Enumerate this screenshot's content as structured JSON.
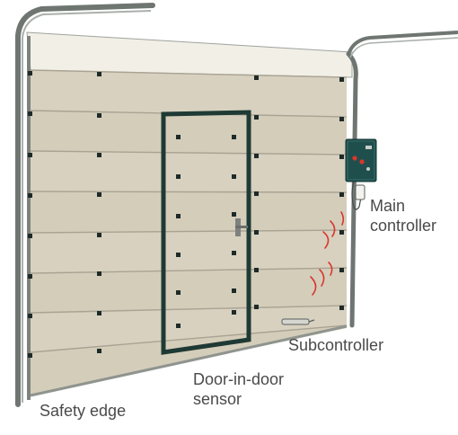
{
  "labels": {
    "main_controller": [
      "Main",
      "controller"
    ],
    "subcontroller": "Subcontroller",
    "door_in_door_sensor": [
      "Door-in-door",
      "sensor"
    ],
    "safety_edge": "Safety edge"
  },
  "colors": {
    "panel": "#d8d1bf",
    "panel_shadow": "#cdc6b3",
    "panel_groove": "#a9a394",
    "frame": "#6f7672",
    "frame_light": "#aab0ac",
    "hinge": "#1e2a27",
    "wicket_frame": "#1f3a34",
    "controller_body": "#1f4f4c",
    "signal_waves": "#d9362e",
    "label_text": "#4a4a4a"
  },
  "icons": {
    "door_handle": "door-handle-icon",
    "signal_waves": "wireless-signal-icon"
  }
}
